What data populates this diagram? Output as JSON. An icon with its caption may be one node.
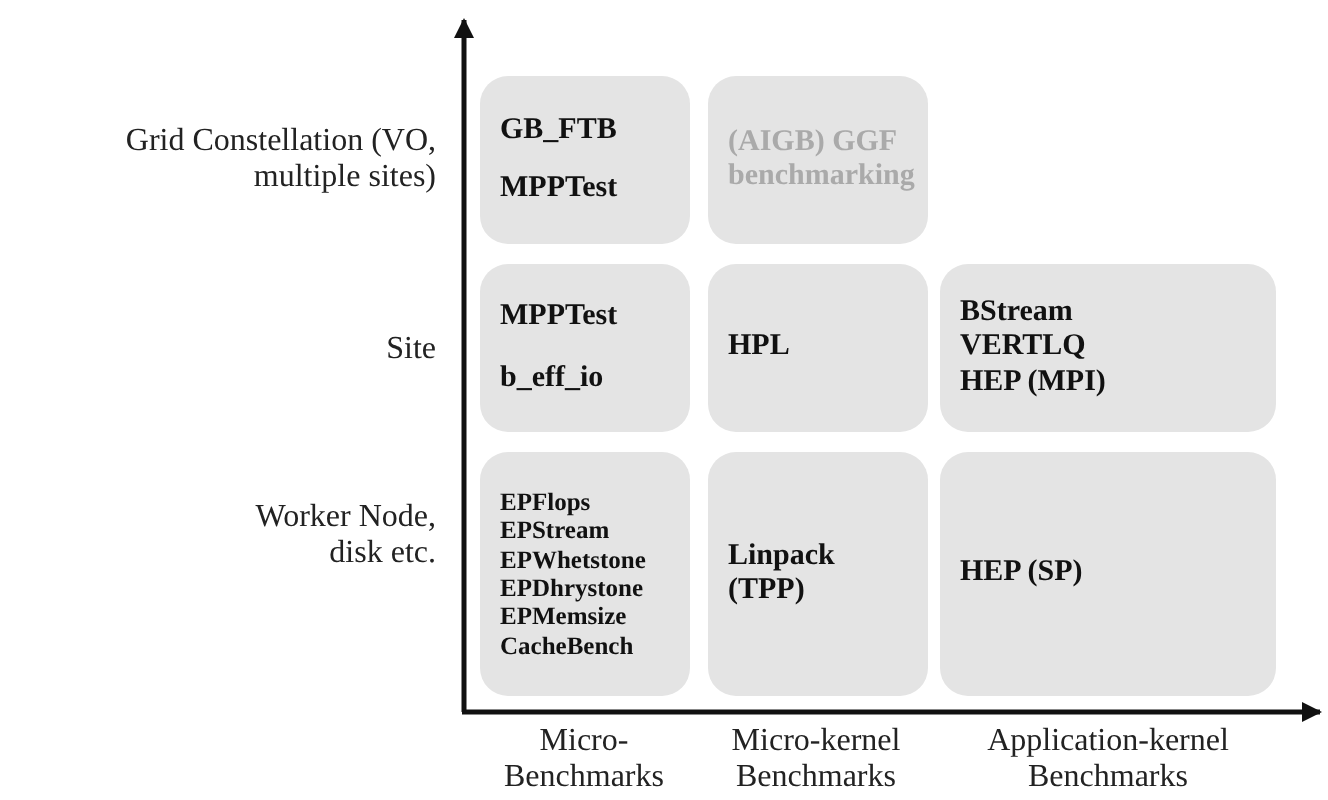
{
  "diagram": {
    "nodes": [
      {
        "text": [
          "GB_FTB",
          "MPPTest"
        ]
      },
      {
        "text": [
          "(AIGB) GGF benchmarking"
        ]
      },
      {
        "text": [
          "MPPTest",
          "b_eff_io"
        ]
      },
      {
        "text": [
          "HPL"
        ]
      },
      {
        "text": [
          "BStream",
          "VERTLQ",
          "HEP (MPI)"
        ]
      },
      {
        "text": [
          "EPFlops",
          "EPStream",
          "EPWhetstone",
          "EPDhrystone",
          "EPMemsize",
          "CacheBench"
        ]
      },
      {
        "text": [
          "Linpack (TPP)"
        ]
      },
      {
        "text": [
          "HEP (SP)"
        ]
      }
    ],
    "labels": [
      "Grid Constellation (VO, multiple sites)",
      "Site",
      "Worker Node, disk etc.",
      "Micro- Benchmarks",
      "Micro-kernel Benchmarks",
      "Application-kernel Benchmarks"
    ]
  }
}
